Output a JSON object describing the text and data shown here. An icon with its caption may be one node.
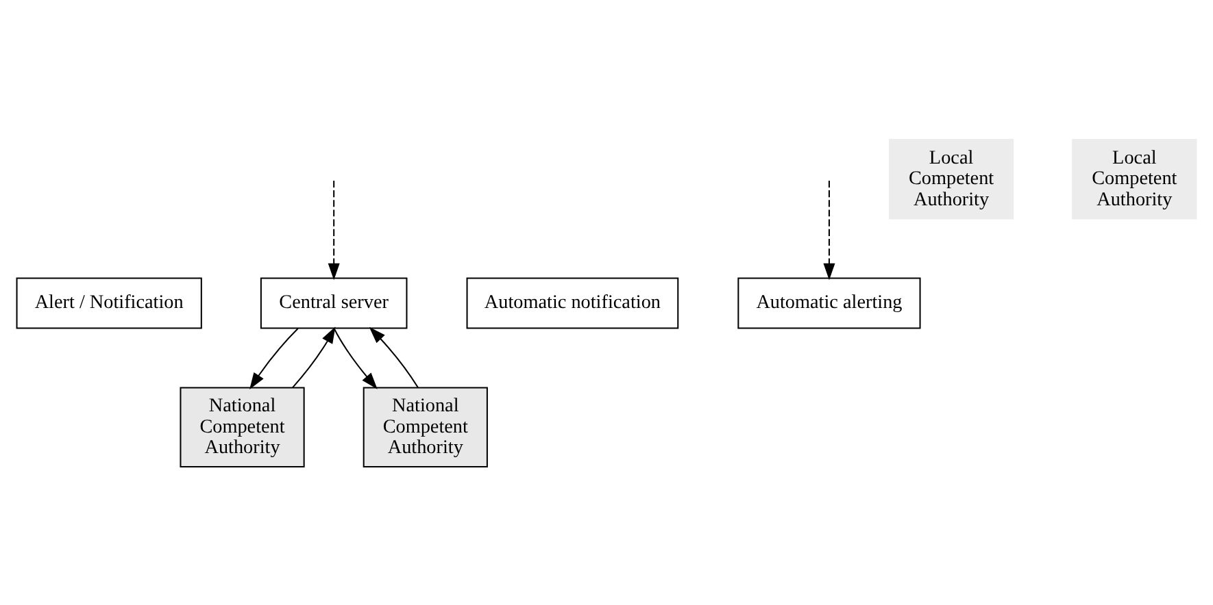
{
  "diagram": {
    "nodes": [
      {
        "text": [
          "Alert / Notification"
        ]
      },
      {
        "text": [
          "Central server"
        ]
      },
      {
        "text": [
          "Automatic notification"
        ]
      },
      {
        "text": [
          "Automatic alerting"
        ]
      },
      {
        "text": [
          "National Competent Authority"
        ]
      },
      {
        "text": [
          "National Competent Authority"
        ]
      },
      {
        "text": [
          "Local Competent Authority"
        ]
      },
      {
        "text": [
          "Local Competent Authority"
        ]
      }
    ],
    "edges": [
      {
        "from": null,
        "to": 1,
        "arrow": "to",
        "style": "dashed"
      },
      {
        "from": 4,
        "to": 1,
        "arrow": "to"
      },
      {
        "from": 1,
        "to": 4,
        "arrow": "to"
      },
      {
        "from": 1,
        "to": 5,
        "arrow": "to"
      },
      {
        "from": 5,
        "to": 1,
        "arrow": "to"
      },
      {
        "from": null,
        "to": 3,
        "arrow": "to",
        "style": "dashed"
      }
    ]
  }
}
